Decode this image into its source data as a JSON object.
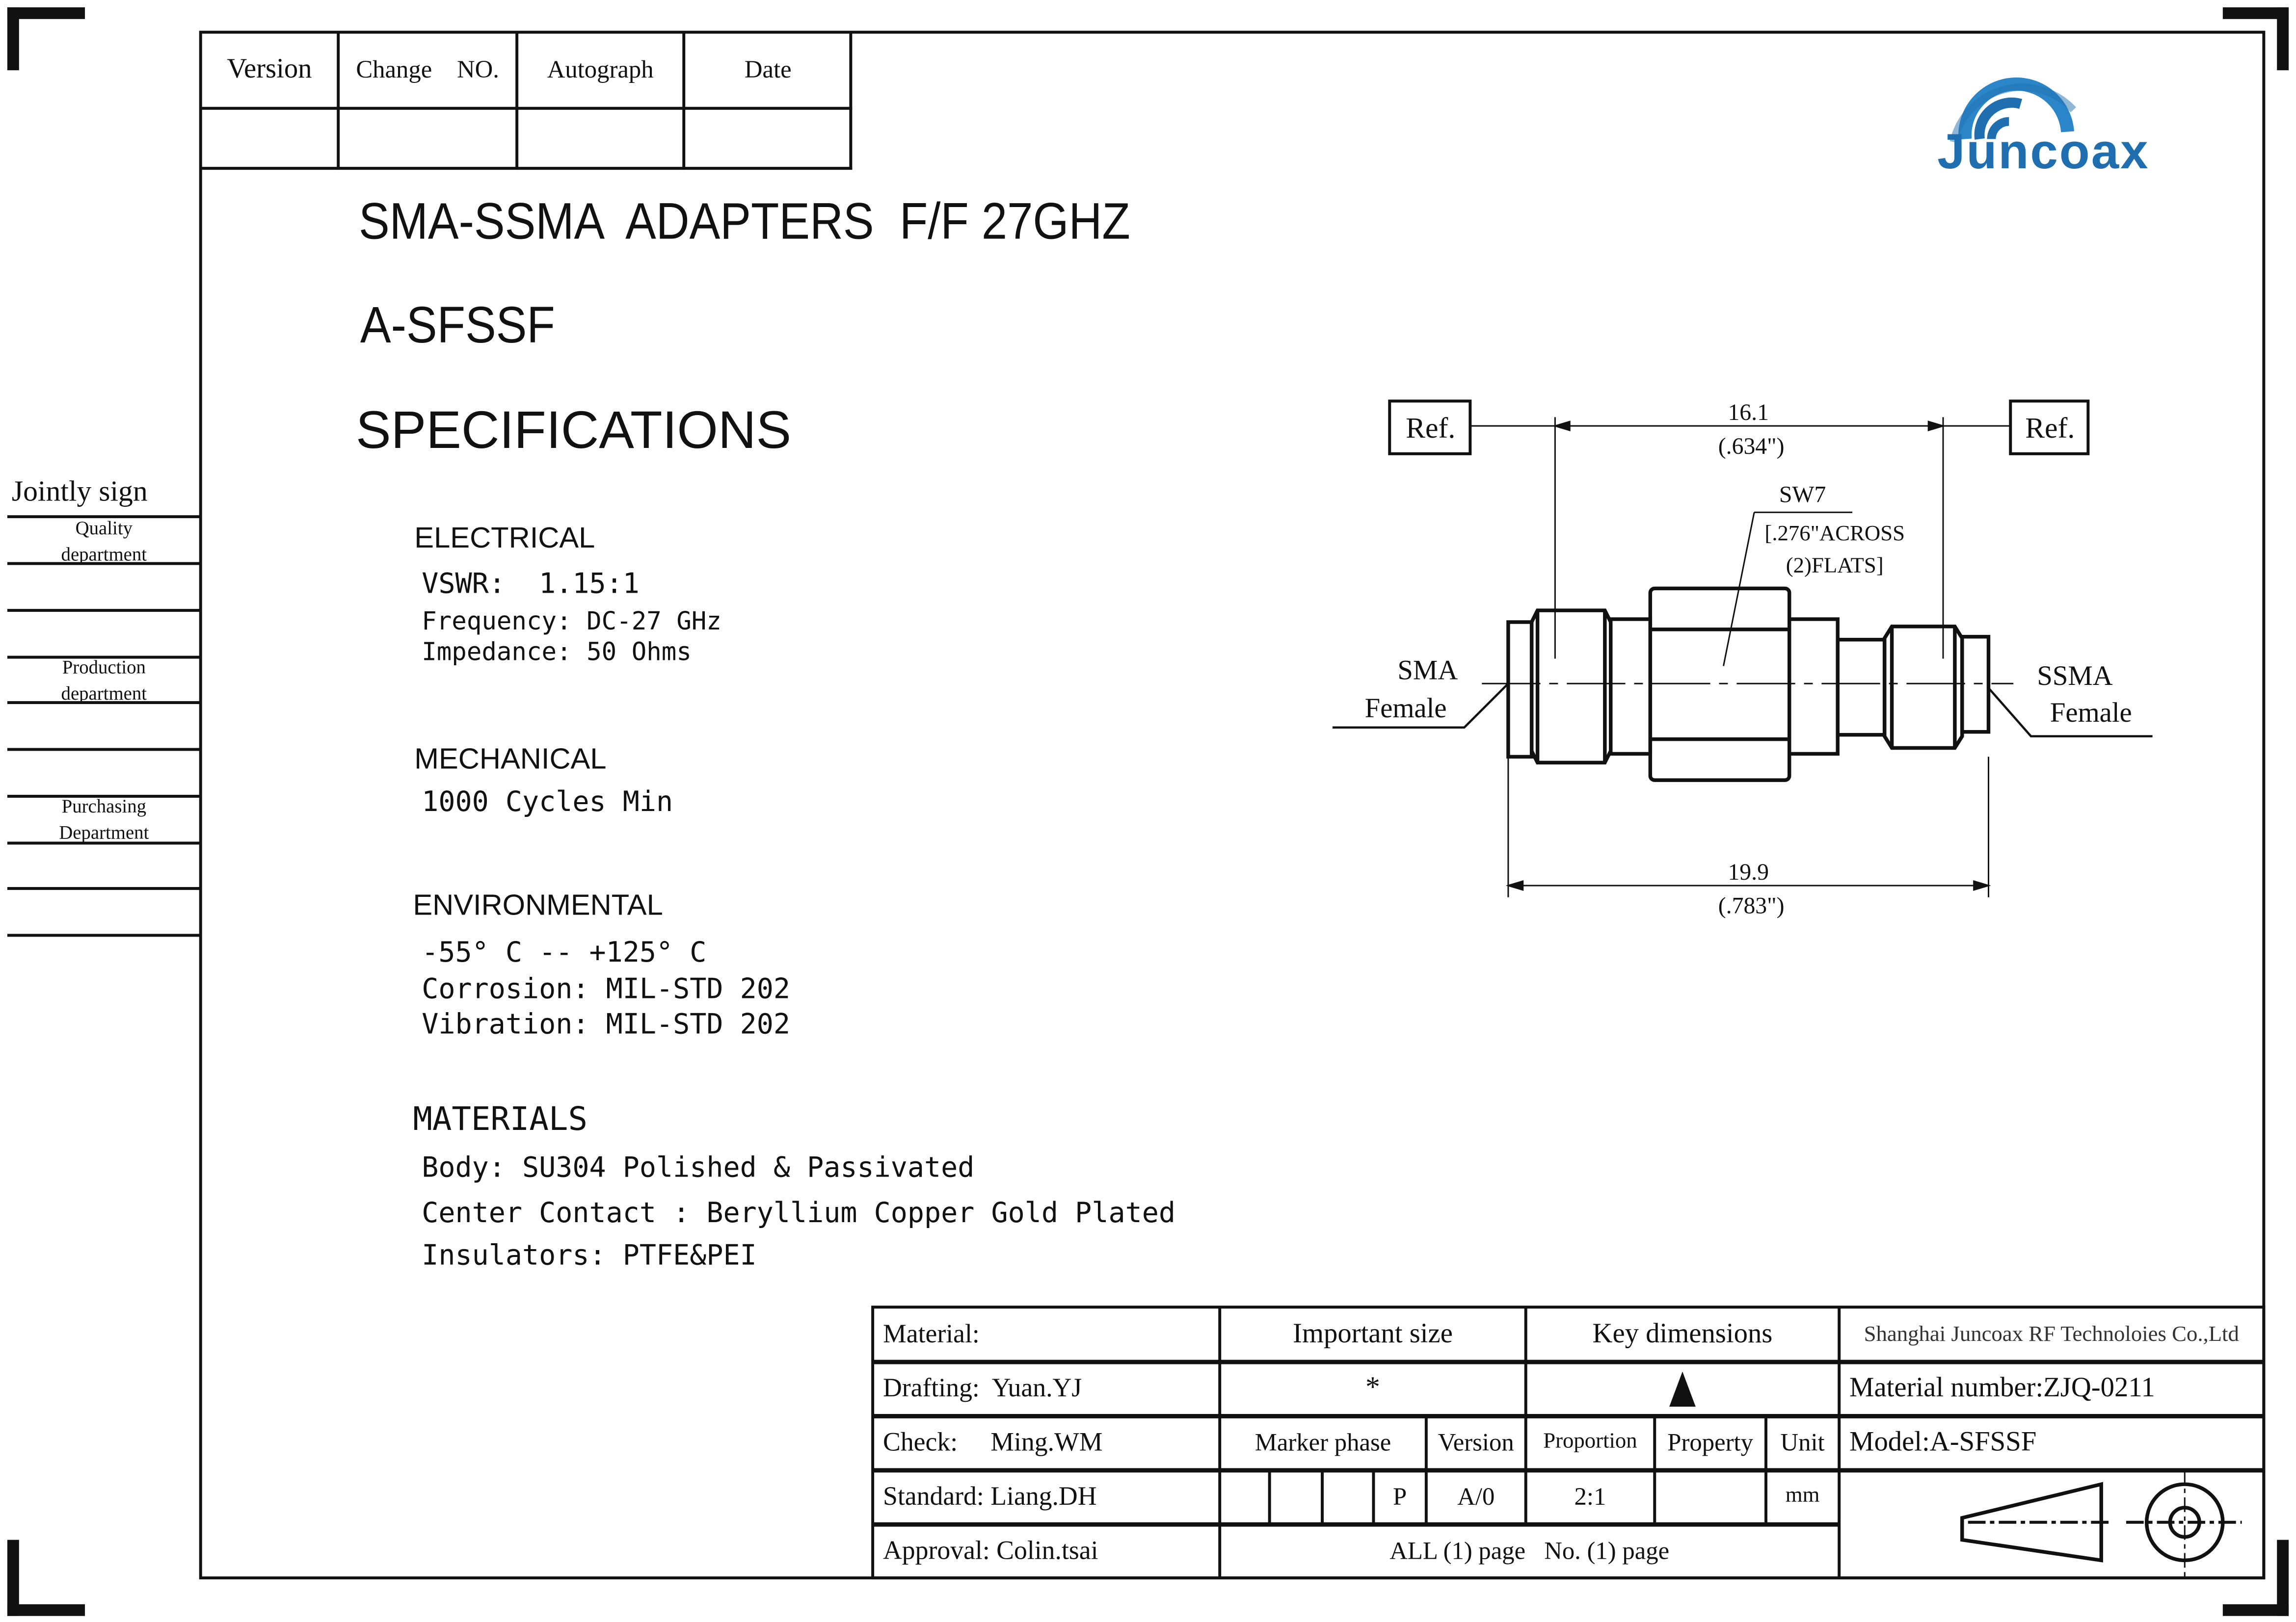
{
  "revision_table": {
    "headers": [
      "Version",
      "Change    NO.",
      "Autograph",
      "Date"
    ]
  },
  "logo": {
    "text": "Juncoax",
    "color": "#1f6fb0"
  },
  "title": {
    "line1": "SMA-SSMA  ADAPTERS  F/F 27GHZ",
    "model": "A-SFSSF",
    "heading": "SPECIFICATIONS"
  },
  "jointly_sign": {
    "title": "Jointly sign",
    "departments": [
      "Quality department",
      "Production department",
      "Purchasing Department"
    ]
  },
  "specs": {
    "electrical": {
      "heading": "ELECTRICAL",
      "lines": [
        "VSWR:  1.15:1",
        "Frequency: DC-27 GHz",
        "Impedance: 50 Ohms"
      ]
    },
    "mechanical": {
      "heading": "MECHANICAL",
      "lines": [
        "1000 Cycles Min"
      ]
    },
    "environmental": {
      "heading": "ENVIRONMENTAL",
      "lines": [
        "-55° C -- +125° C",
        "Corrosion: MIL-STD 202",
        "Vibration: MIL-STD 202"
      ]
    },
    "materials": {
      "heading": "MATERIALS",
      "lines": [
        "Body: SU304 Polished & Passivated",
        "Center Contact : Beryllium Copper Gold Plated",
        "Insulators: PTFE&PEI"
      ]
    }
  },
  "drawing": {
    "ref_left": "Ref.",
    "ref_right": "Ref.",
    "dim_top": "16.1",
    "dim_top_in": "(.634\")",
    "dim_bottom": "19.9",
    "dim_bottom_in": "(.783\")",
    "sw": "SW7",
    "sw_note1": "[.276\"ACROSS",
    "sw_note2": "(2)FLATS]",
    "left_label1": "SMA",
    "left_label2": "Female",
    "right_label1": "SSMA",
    "right_label2": "Female"
  },
  "title_block": {
    "material": "Material:",
    "drafting": "Drafting:  Yuan.YJ",
    "check": "Check:     Ming.WM",
    "standard": "Standard: Liang.DH",
    "approval": "Approval: Colin.tsai",
    "important_size": "Important size",
    "important_symbol": "*",
    "key_dimensions": "Key dimensions",
    "company": "Shanghai Juncoax RF Technoloies Co.,Ltd",
    "material_number": "Material number:ZJQ-0211",
    "model": "Model:A-SFSSF",
    "marker_phase": "Marker phase",
    "version": "Version",
    "proportion": "Proportion",
    "property": "Property",
    "unit": "Unit",
    "phase_value": "P",
    "version_value": "A/0",
    "proportion_value": "2:1",
    "unit_value": "mm",
    "pages": "ALL (1) page   No. (1) page"
  }
}
